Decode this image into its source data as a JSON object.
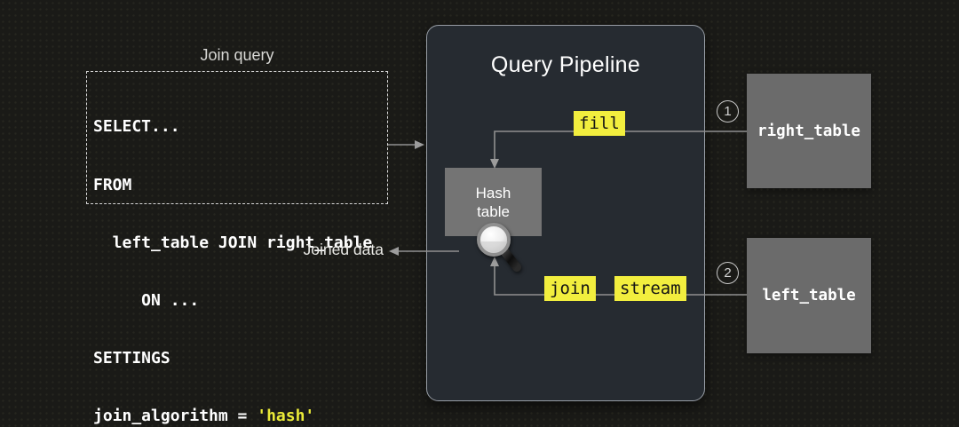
{
  "join_query": {
    "label": "Join query",
    "code_lines": [
      "SELECT...",
      "FROM",
      "  left_table JOIN right_table",
      "     ON ...",
      "SETTINGS"
    ],
    "last_line_prefix": "join_algorithm = ",
    "last_line_value": "'hash'"
  },
  "pipeline": {
    "title": "Query Pipeline",
    "hash_table_label": "Hash table",
    "fill_label": "fill",
    "join_label": "join",
    "stream_label": "stream"
  },
  "joined_data_label": "Joined data",
  "sources": {
    "right_table": {
      "badge": "1",
      "label": "right_table"
    },
    "left_table": {
      "badge": "2",
      "label": "left_table"
    }
  },
  "icons": {
    "magnifier": "magnifier-icon"
  },
  "colors": {
    "background": "#1a1a17",
    "pipeline_fill": "#262b31",
    "pipeline_border": "#979da5",
    "box_gray": "#6b6b6b",
    "hash_box_gray": "#747474",
    "highlight_yellow": "#f2ee3e",
    "code_value_yellow": "#eaea38",
    "line_gray": "#909090",
    "text_white": "#ffffff"
  }
}
